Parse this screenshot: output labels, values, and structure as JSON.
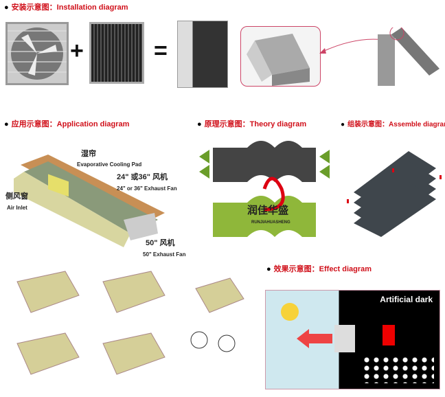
{
  "installation": {
    "title": "安装示意图：Installation diagram",
    "plus": "+",
    "equals": "="
  },
  "application": {
    "title": "应用示意图：Application diagram",
    "labels": {
      "pad_cn": "湿帘",
      "pad_en": "Evaporative Cooling Pad",
      "fan24_cn": "24\" 或36\" 风机",
      "fan24_en": "24\" or 36\"  Exhaust Fan",
      "inlet_cn": "侧风窗",
      "inlet_en": "Air Inlet",
      "fan50_cn": "50\" 风机",
      "fan50_en": "50\"  Exhaust Fan"
    }
  },
  "theory": {
    "title": "原理示意图：Theory diagram",
    "brand_cn": "润佳华盛",
    "brand_en": "RUNJIAHUASHENG"
  },
  "assemble": {
    "title": "组装示意图：Assemble diagram"
  },
  "effect": {
    "title": "效果示意图：Effect diagram",
    "caption": "Artificial dark"
  }
}
